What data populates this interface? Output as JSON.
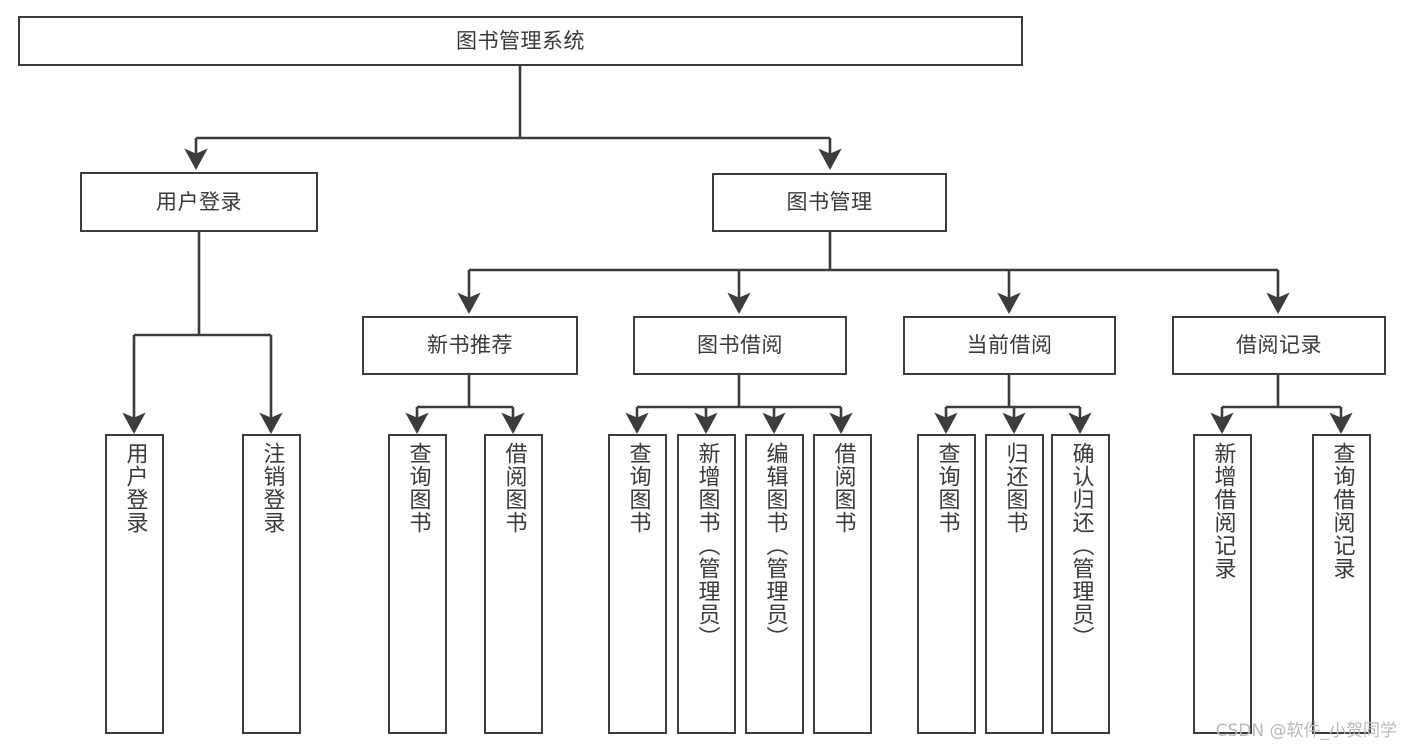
{
  "diagram": {
    "title": "图书管理系统",
    "watermark": "CSDN @软件_小贺同学",
    "colors": {
      "stroke": "#3c3c3c",
      "text": "#3a3a3a",
      "background": "#ffffff",
      "watermark": "#b9b9b9"
    },
    "root": {
      "label": "图书管理系统"
    },
    "level2": [
      {
        "label": "用户登录"
      },
      {
        "label": "图书管理"
      }
    ],
    "level3": [
      {
        "label": "新书推荐"
      },
      {
        "label": "图书借阅"
      },
      {
        "label": "当前借阅"
      },
      {
        "label": "借阅记录"
      }
    ],
    "leaves": {
      "user_login": [
        {
          "label": "用户登录"
        },
        {
          "label": "注销登录"
        }
      ],
      "new_book_recommend": [
        {
          "label": "查询图书"
        },
        {
          "label": "借阅图书"
        }
      ],
      "book_borrow": [
        {
          "label": "查询图书"
        },
        {
          "label": "新增图书（管理员）"
        },
        {
          "label": "编辑图书（管理员）"
        },
        {
          "label": "借阅图书"
        }
      ],
      "current_borrow": [
        {
          "label": "查询图书"
        },
        {
          "label": "归还图书"
        },
        {
          "label": "确认归还（管理员）"
        }
      ],
      "borrow_record": [
        {
          "label": "新增借阅记录"
        },
        {
          "label": "查询借阅记录"
        }
      ]
    }
  }
}
